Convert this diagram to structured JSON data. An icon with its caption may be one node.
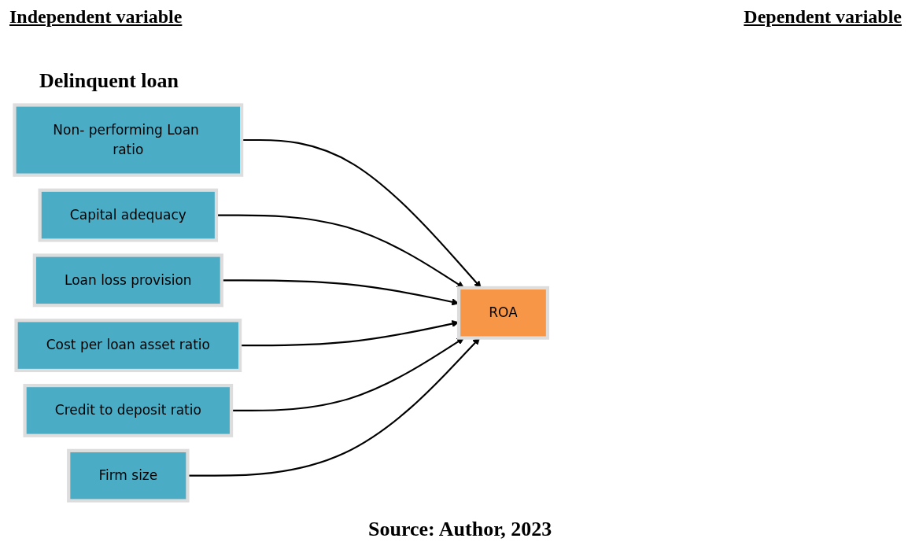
{
  "diagram": {
    "caption": "Source: Author, 2023",
    "nodes": [
      {
        "text": [
          "Non- performing Loan ratio"
        ]
      },
      {
        "text": [
          "Capital adequacy"
        ]
      },
      {
        "text": [
          "Loan loss provision"
        ]
      },
      {
        "text": [
          "Cost per loan asset ratio"
        ]
      },
      {
        "text": [
          "Credit to deposit ratio"
        ]
      },
      {
        "text": [
          "Firm size"
        ]
      },
      {
        "text": [
          "ROA"
        ]
      }
    ],
    "edges": [
      {
        "from": 0,
        "to": 6,
        "arrow": "to"
      },
      {
        "from": 1,
        "to": 6,
        "arrow": "to"
      },
      {
        "from": 2,
        "to": 6,
        "arrow": "to"
      },
      {
        "from": 3,
        "to": 6,
        "arrow": "to"
      },
      {
        "from": 4,
        "to": 6,
        "arrow": "to"
      },
      {
        "from": 5,
        "to": 6,
        "arrow": "to"
      }
    ],
    "labels": [
      "Independent variable",
      "Dependent variable",
      "Delinquent loan"
    ]
  }
}
